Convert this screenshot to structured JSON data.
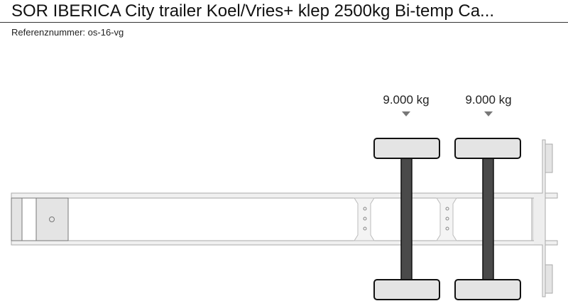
{
  "title": "SOR IBERICA City trailer Koel/Vries+ klep 2500kg Bi-temp Ca...",
  "reference": "Referenznummer: os-16-vg",
  "axles": [
    {
      "load": "9.000 kg"
    },
    {
      "load": "9.000 kg"
    }
  ]
}
